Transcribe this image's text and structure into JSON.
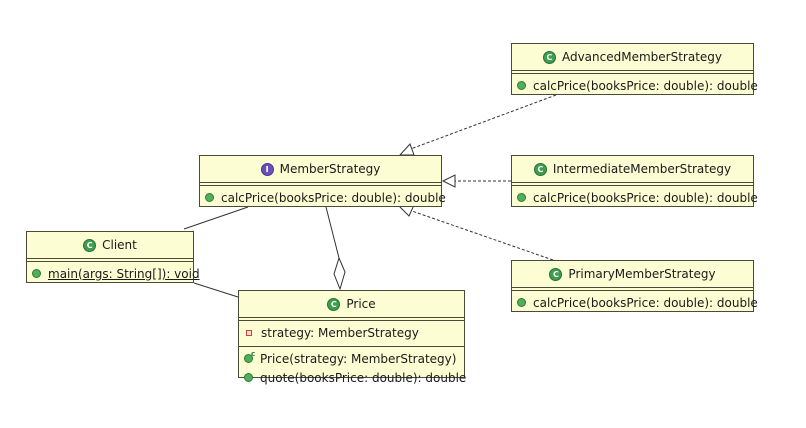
{
  "classes": {
    "advanced": {
      "name": "AdvancedMemberStrategy",
      "badge": "C",
      "methods": [
        "calcPrice(booksPrice: double): double"
      ]
    },
    "member": {
      "name": "MemberStrategy",
      "badge": "I",
      "methods": [
        "calcPrice(booksPrice: double): double"
      ]
    },
    "intermediate": {
      "name": "IntermediateMemberStrategy",
      "badge": "C",
      "methods": [
        "calcPrice(booksPrice: double): double"
      ]
    },
    "client": {
      "name": "Client",
      "badge": "C",
      "methods": [
        "main(args: String[]): void"
      ]
    },
    "primary": {
      "name": "PrimaryMemberStrategy",
      "badge": "C",
      "methods": [
        "calcPrice(booksPrice: double): double"
      ]
    },
    "price": {
      "name": "Price",
      "badge": "C",
      "fields": [
        "strategy: MemberStrategy"
      ],
      "methods": [
        "Price(strategy: MemberStrategy)",
        "quote(booksPrice: double): double"
      ]
    }
  },
  "colors": {
    "box_fill": "#fdfdd3",
    "box_border": "#4a4a38",
    "class_badge": "#3e9e4f",
    "interface_badge": "#6a4fb6"
  },
  "relationships": [
    {
      "from": "advanced",
      "to": "member",
      "kind": "realization"
    },
    {
      "from": "intermediate",
      "to": "member",
      "kind": "realization"
    },
    {
      "from": "primary",
      "to": "member",
      "kind": "realization"
    },
    {
      "from": "price",
      "to": "member",
      "kind": "aggregation"
    },
    {
      "from": "client",
      "to": "member",
      "kind": "association"
    },
    {
      "from": "client",
      "to": "price",
      "kind": "association"
    }
  ]
}
